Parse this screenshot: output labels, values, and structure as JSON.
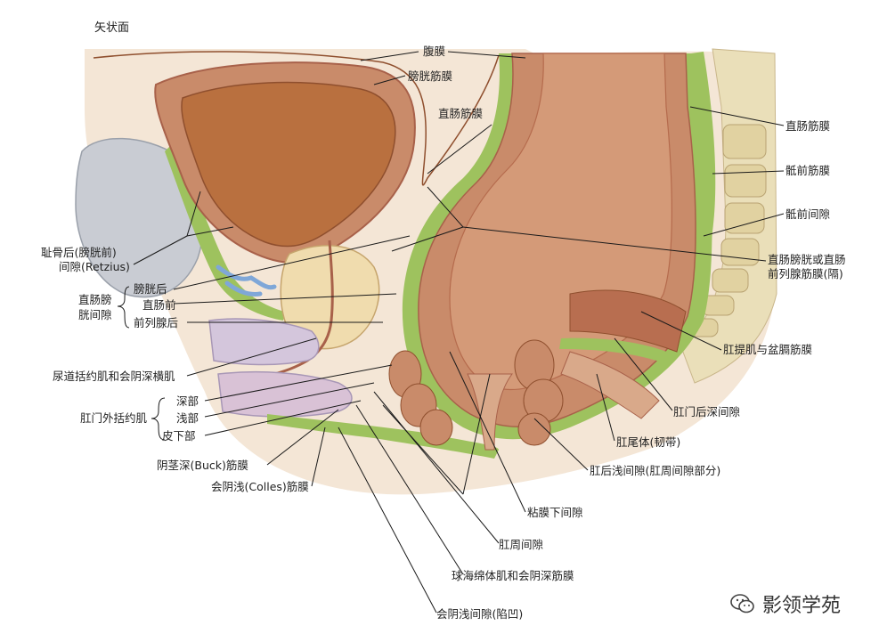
{
  "title": "矢状面",
  "labels": {
    "peritoneum": "腹膜",
    "vesical_fascia": "膀胱筋膜",
    "rectal_fascia_mid": "直肠筋膜",
    "rectal_fascia_right": "直肠筋膜",
    "presacral_fascia": "骶前筋膜",
    "presacral_space": "骶前间隙",
    "retzius_1": "耻骨后(膀胱前)",
    "retzius_2": "间隙(Retzius)",
    "rectovesical_septum_1": "直肠膀胱或直肠",
    "rectovesical_septum_2": "前列腺筋膜(隔)",
    "rectovesical_space_1": "直肠膀",
    "rectovesical_space_2": "胱间隙",
    "retrovesical": "膀胱后",
    "prerectal": "直肠前",
    "retroprostatic": "前列腺后",
    "levator_ani": "肛提肌与盆膈筋膜",
    "urethral_sphincter": "尿道括约肌和会阴深横肌",
    "deep_part": "深部",
    "superficial_part": "浅部",
    "subcutaneous_part": "皮下部",
    "external_anal_sphincter": "肛门外括约肌",
    "deep_postanal_space": "肛门后深间隙",
    "anococcygeal_body": "肛尾体(韧带)",
    "superficial_postanal_space": "肛后浅间隙(肛周间隙部分)",
    "buck_fascia": "阴茎深(Buck)筋膜",
    "colles_fascia": "会阴浅(Colles)筋膜",
    "submucous_space": "粘膜下间隙",
    "perianal_space": "肛周间隙",
    "bulbospongiosus": "球海绵体肌和会阴深筋膜",
    "superficial_perineal_space": "会阴浅间隙(陷凹)"
  },
  "watermark": "影领学苑",
  "colors": {
    "muscle": "#c98b6a",
    "muscle_dark": "#a8614a",
    "fascia_green": "#9ec25e",
    "fat": "#f3dcb5",
    "bone": "#e9dfb8",
    "pubis": "#c9ccd3",
    "corpus": "#d4c6dc",
    "vein": "#7fa7d8",
    "line": "#1a1a1a"
  }
}
